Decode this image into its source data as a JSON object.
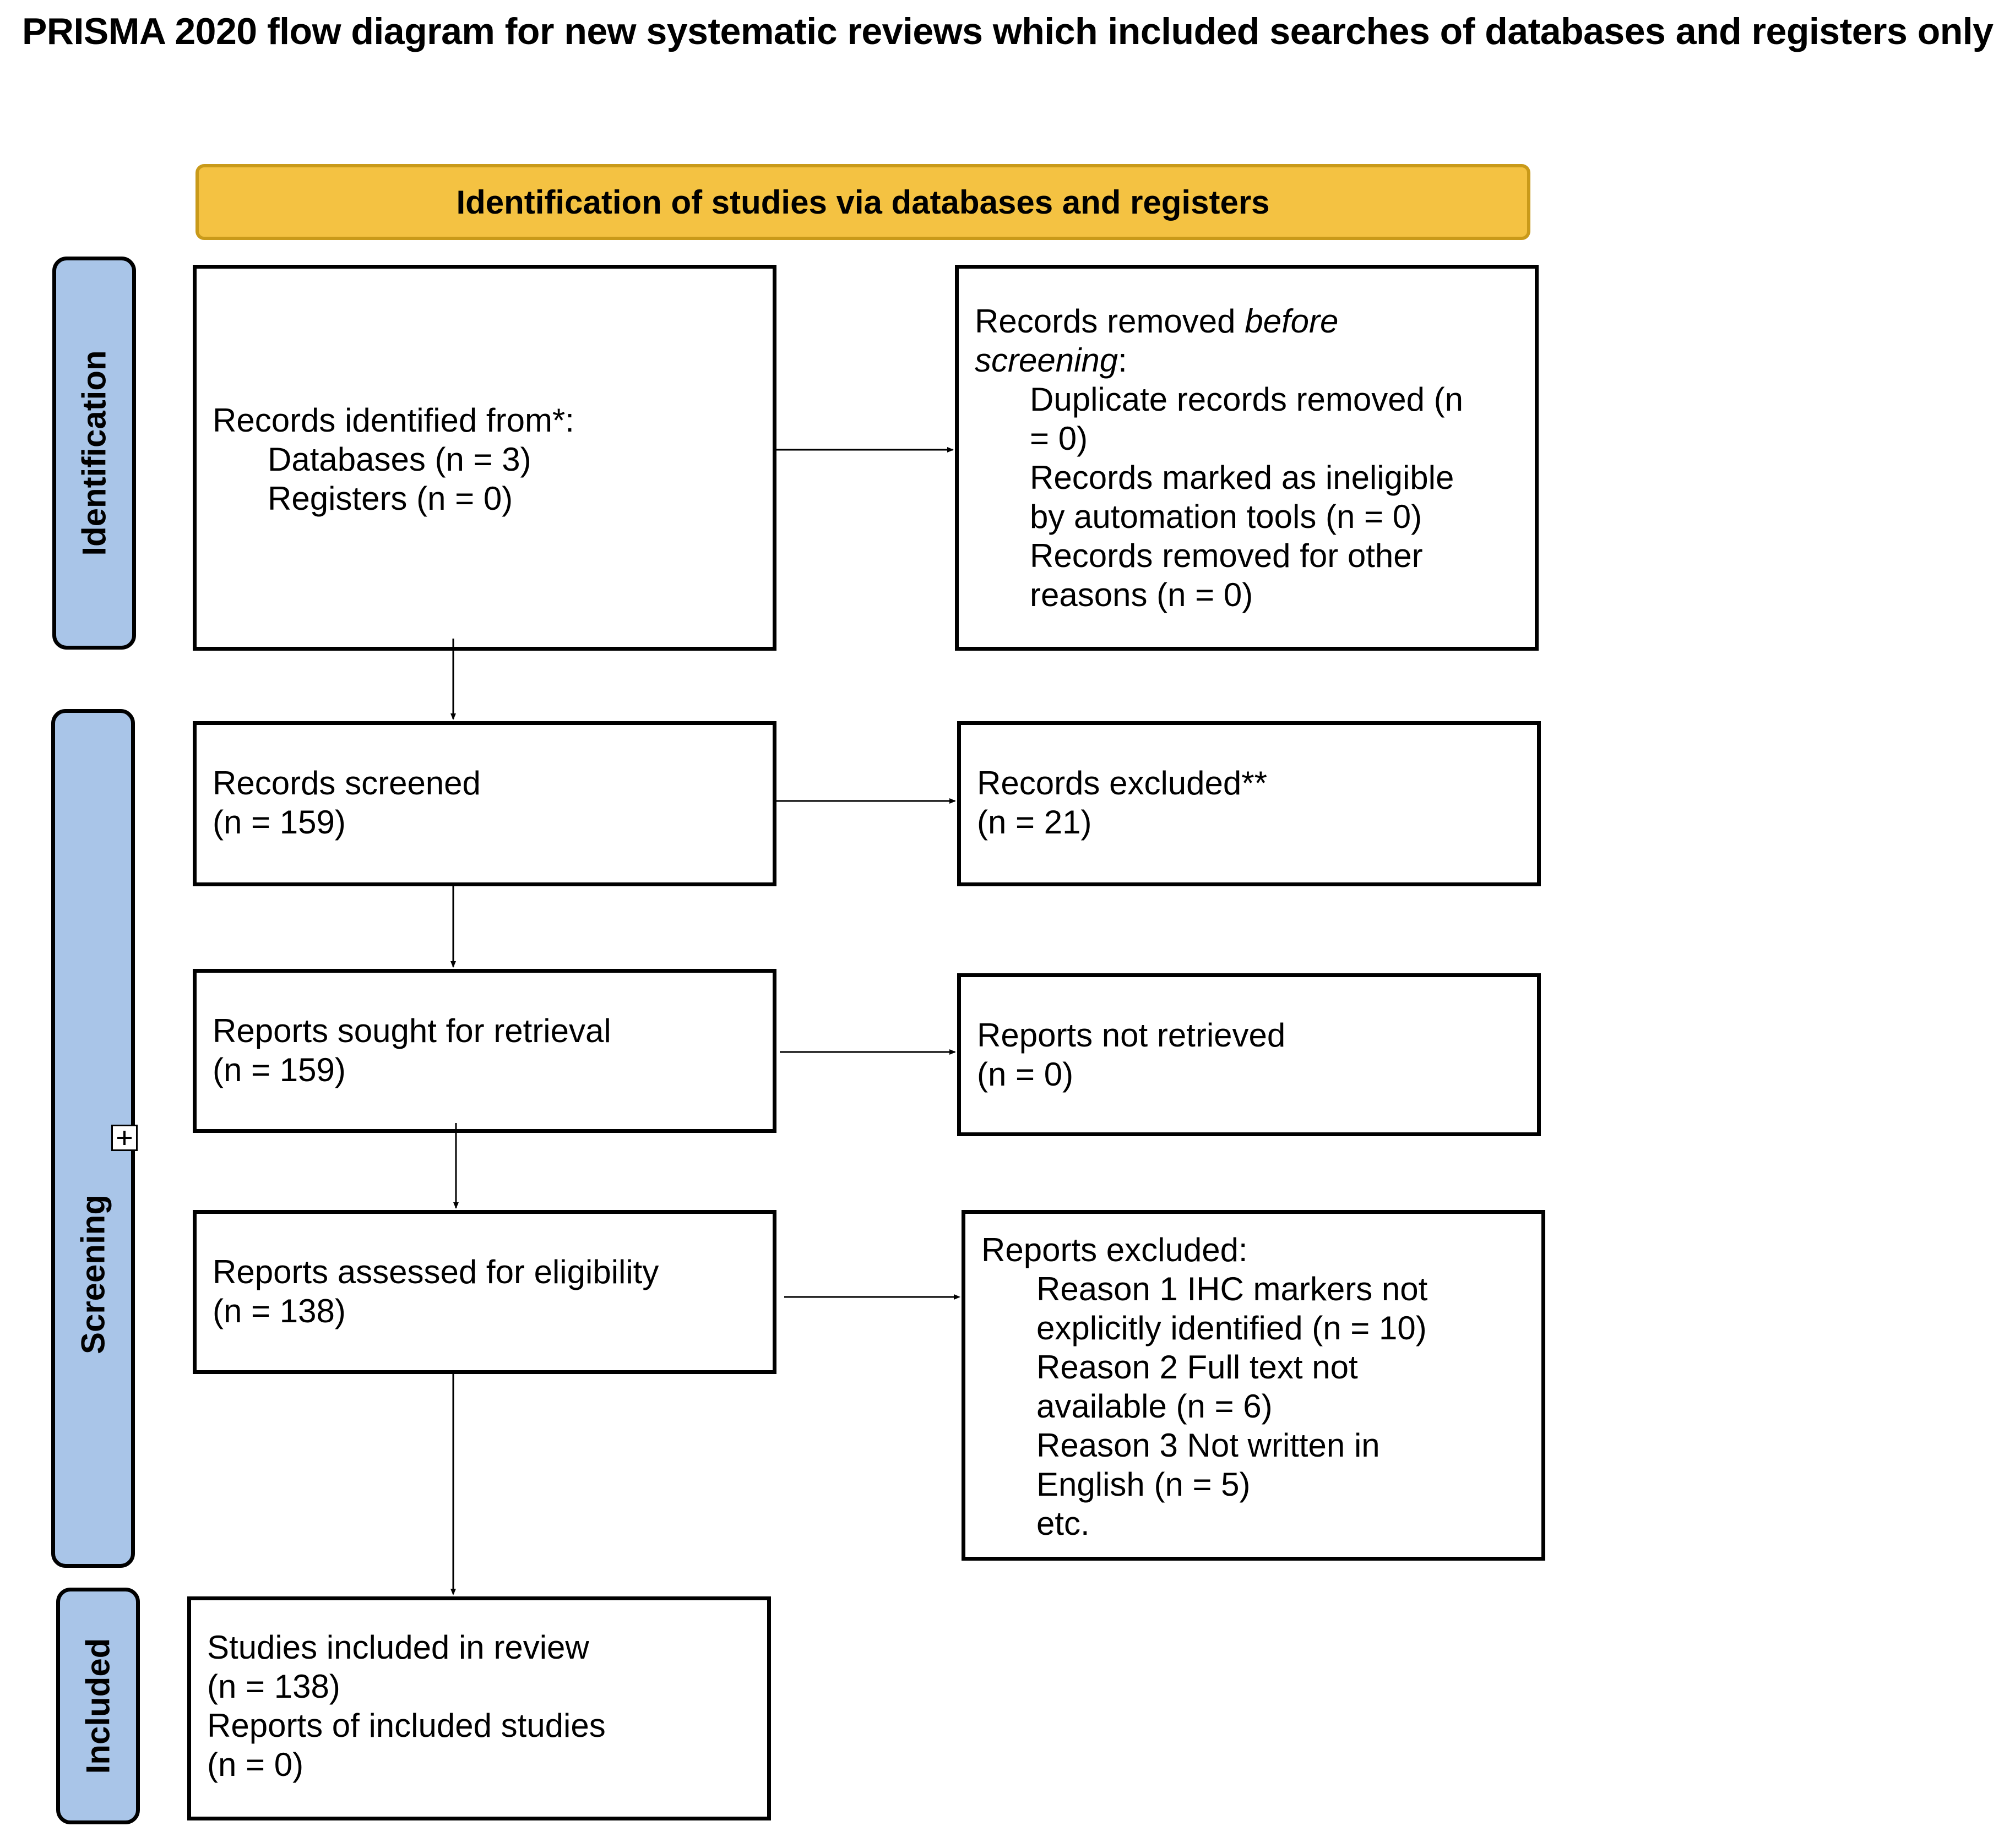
{
  "title": "PRISMA 2020 flow diagram for new systematic reviews which included searches of databases and registers only",
  "header": "Identification of studies via databases and registers",
  "stages": {
    "identification": "Identification",
    "screening": "Screening",
    "included": "Included"
  },
  "colors": {
    "header_fill": "#f4c242",
    "stage_fill": "#a9c5e8"
  },
  "boxes": {
    "records_identified": {
      "heading": "Records identified from*:",
      "databases": "Databases (n = 3)",
      "registers": "Registers (n = 0)"
    },
    "records_removed": {
      "heading_start": "Records removed ",
      "heading_italic": "before",
      "heading_italic2": "screening",
      "heading_end": ":",
      "dup_1": "Duplicate records removed  (n",
      "dup_2": "= 0)",
      "inel_1": "Records marked as ineligible",
      "inel_2": "by automation tools (n = 0)",
      "other_1": "Records removed for other",
      "other_2": "reasons (n = 0)"
    },
    "records_screened": {
      "label": "Records screened",
      "count": "(n = 159)"
    },
    "records_excluded": {
      "label": "Records excluded**",
      "count": "(n = 21)"
    },
    "reports_sought": {
      "label": "Reports sought for retrieval",
      "count": "(n = 159)"
    },
    "reports_not_retrieved": {
      "label": "Reports not retrieved",
      "count": "(n = 0)"
    },
    "reports_assessed": {
      "label": "Reports assessed for eligibility",
      "count": "(n = 138)"
    },
    "reports_excluded": {
      "heading": "Reports excluded:",
      "r1_1": "Reason 1 IHC markers not",
      "r1_2": "explicitly identified (n = 10)",
      "r2_1": "Reason 2 Full text not",
      "r2_2": "available (n = 6)",
      "r3_1": "Reason 3 Not written in",
      "r3_2": "English (n = 5)",
      "etc": "etc."
    },
    "studies_included": {
      "label": "Studies included in review",
      "count": "(n = 138)",
      "reports_label": "Reports of included studies",
      "reports_count": "(n = 0)"
    }
  }
}
